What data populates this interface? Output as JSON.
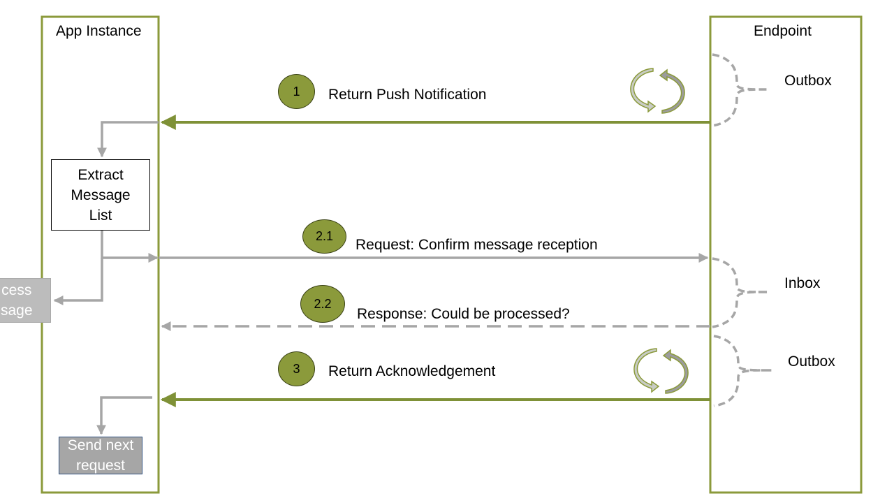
{
  "lanes": {
    "left_title": "App Instance",
    "right_title": "Endpoint"
  },
  "boxes": {
    "extract": "Extract\nMessage\nList",
    "process": "cess\nsage",
    "send_next": "Send next\nrequest"
  },
  "steps": [
    {
      "number": "1",
      "label": "Return Push Notification"
    },
    {
      "number": "2.1",
      "label": "Request: Confirm message reception"
    },
    {
      "number": "2.2",
      "label": "Response:  Could be processed?"
    },
    {
      "number": "3",
      "label": "Return Acknowledgement"
    }
  ],
  "brackets": {
    "outbox_top": "Outbox",
    "inbox": "Inbox",
    "outbox_bottom": "Outbox"
  },
  "colors": {
    "lane_border": "#8b9a3b",
    "green_arrow": "#7f9137",
    "grey_arrow": "#a6a6a6",
    "badge_fill": "#8b9a3b"
  }
}
